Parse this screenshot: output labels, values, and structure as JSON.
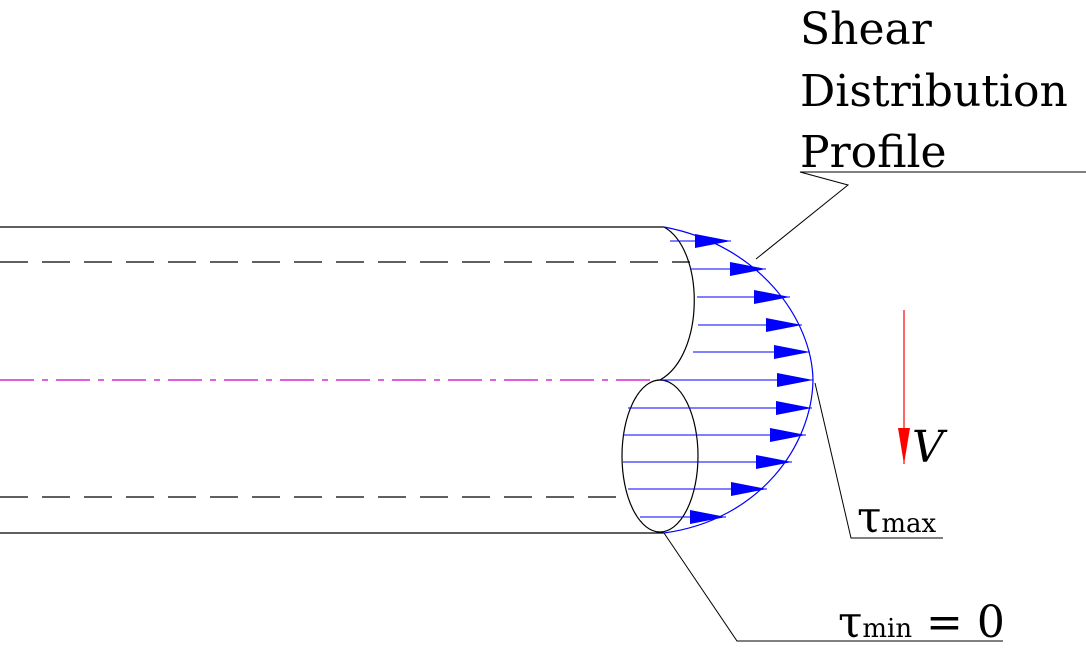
{
  "labels": {
    "profile_line1": "Shear",
    "profile_line2": "Distribution",
    "profile_line3": "Profile",
    "shear_force": "V",
    "tau_symbol": "τ",
    "tau_max_sub": "max",
    "tau_min_sub": "min",
    "tau_min_value": " = 0"
  },
  "colors": {
    "outline": "#000000",
    "hidden_line": "#000000",
    "centerline": "#cc00cc",
    "shear_arrows": "#0000ff",
    "shear_force_arrow": "#ff0000"
  }
}
